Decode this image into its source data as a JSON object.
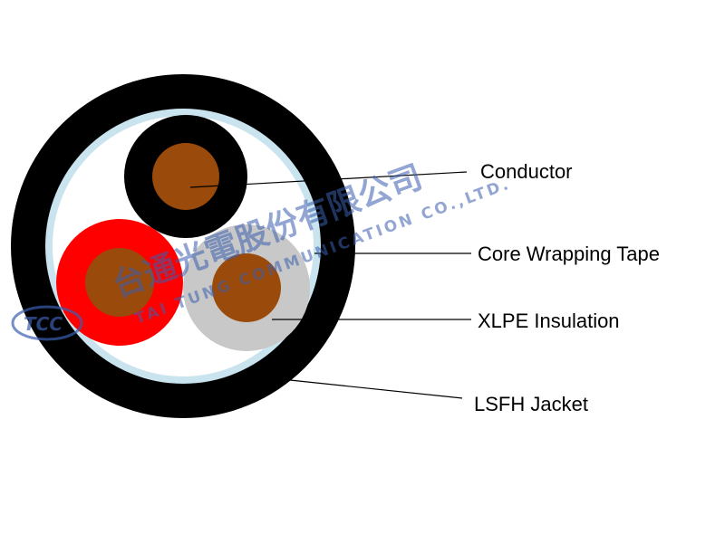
{
  "diagram": {
    "labels": {
      "conductor": "Conductor",
      "core_wrapping_tape": "Core Wrapping Tape",
      "xlpe_insulation": "XLPE Insulation",
      "lsfh_jacket": "LSFH Jacket"
    },
    "colors": {
      "jacket": "#000000",
      "wrapping_tape": "#c9e4ee",
      "cable_fill": "#ffffff",
      "conductor": "#9a4a0a",
      "insulation_black": "#000000",
      "insulation_red": "#ff0000",
      "insulation_grey": "#c8c8c8",
      "leader_line": "#000000"
    }
  },
  "watermark": {
    "chinese_name": "台通光電股份有限公司",
    "english_name": "TAI TUNG COMMUNICATION CO.,LTD.",
    "logo_text": "TCC",
    "color": "#3b5fb0"
  }
}
